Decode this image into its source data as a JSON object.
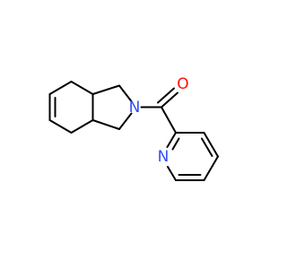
{
  "molecule": {
    "atoms": [
      {
        "id": "O1",
        "label": "O",
        "color": "#ff0d0d"
      },
      {
        "id": "N2",
        "label": "N",
        "color": "#3050f8"
      },
      {
        "id": "N1",
        "label": "N",
        "color": "#3050f8"
      }
    ],
    "bond_color": "#000000"
  }
}
